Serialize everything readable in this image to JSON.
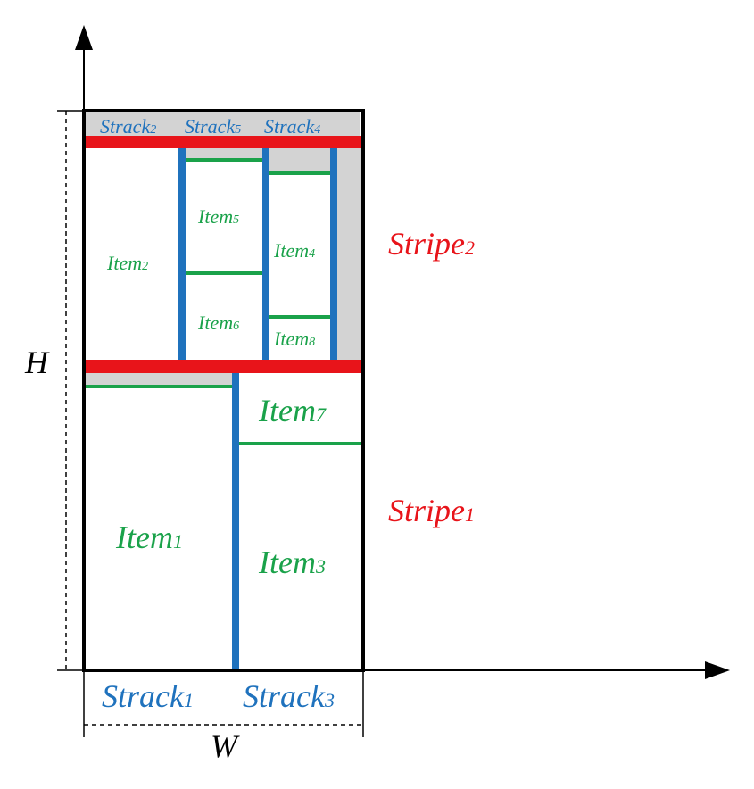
{
  "labels": {
    "strack_top_2": {
      "base": "Strack",
      "sub": "2"
    },
    "strack_top_5": {
      "base": "Strack",
      "sub": "5"
    },
    "strack_top_4": {
      "base": "Strack",
      "sub": "4"
    },
    "item_2": {
      "base": "Item",
      "sub": "2"
    },
    "item_5": {
      "base": "Item",
      "sub": "5"
    },
    "item_6": {
      "base": "Item",
      "sub": "6"
    },
    "item_4": {
      "base": "Item",
      "sub": "4"
    },
    "item_8": {
      "base": "Item",
      "sub": "8"
    },
    "item_7": {
      "base": "Item",
      "sub": "7"
    },
    "item_1": {
      "base": "Item",
      "sub": "1"
    },
    "item_3": {
      "base": "Item",
      "sub": "3"
    },
    "stripe_2": {
      "base": "Stripe",
      "sub": "2"
    },
    "stripe_1": {
      "base": "Stripe",
      "sub": "1"
    },
    "strack_bottom_1": {
      "base": "Strack",
      "sub": "1"
    },
    "strack_bottom_3": {
      "base": "Strack",
      "sub": "3"
    },
    "height": "H",
    "width": "W"
  },
  "colors": {
    "item": "#1aa24a",
    "strack": "#1f72bd",
    "stripe": "#e8141a",
    "waste": "#d3d3d3",
    "outline": "#000000"
  }
}
